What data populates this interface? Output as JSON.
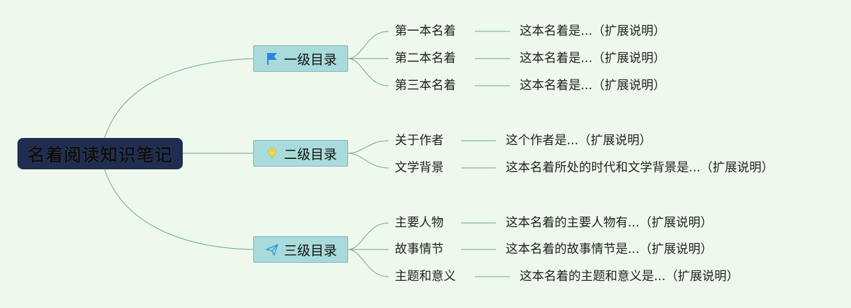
{
  "root": {
    "label": "名着阅读知识笔记"
  },
  "branches": [
    {
      "label": "一级目录",
      "icon": "flag-icon",
      "icon_color": "#2a86d8",
      "items": [
        {
          "topic": "第一本名着",
          "note": "这本名着是...（扩展说明）"
        },
        {
          "topic": "第二本名着",
          "note": "这本名着是...（扩展说明）"
        },
        {
          "topic": "第三本名着",
          "note": "这本名着是...（扩展说明）"
        }
      ]
    },
    {
      "label": "二级目录",
      "icon": "diamond-icon",
      "icon_color": "#e9d84a",
      "items": [
        {
          "topic": "关于作者",
          "note": "这个作者是...（扩展说明）"
        },
        {
          "topic": "文学背景",
          "note": "这本名着所处的时代和文学背景是...（扩展说明）"
        }
      ]
    },
    {
      "label": "三级目录",
      "icon": "paper-plane-icon",
      "icon_color": "#3a9ed6",
      "items": [
        {
          "topic": "主要人物",
          "note": "这本名着的主要人物有...（扩展说明）"
        },
        {
          "topic": "故事情节",
          "note": "这本名着的故事情节是...（扩展说明）"
        },
        {
          "topic": "主题和意义",
          "note": "这本名着的主题和意义是...（扩展说明）"
        }
      ]
    }
  ],
  "colors": {
    "background": "#eef8ec",
    "line": "#6aa5a0",
    "root_fill": "#1e2d50",
    "branch_fill": "#a9dbdc"
  }
}
